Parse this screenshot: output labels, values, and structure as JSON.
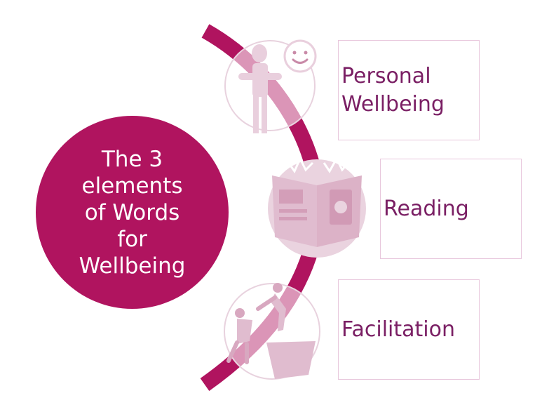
{
  "diagram": {
    "center_title": "The 3 elements of Words for Wellbeing",
    "elements": [
      {
        "label": "Personal Wellbeing",
        "icon": "person-smile-icon"
      },
      {
        "label": "Reading",
        "icon": "open-book-icon"
      },
      {
        "label": "Facilitation",
        "icon": "climbers-helping-icon"
      }
    ]
  },
  "colors": {
    "accent": "#b0145f",
    "text": "#7a1f64",
    "icon_fill": "#e9cfdd",
    "icon_shade": "#c98aa8",
    "box_border": "#e8c6dc"
  }
}
